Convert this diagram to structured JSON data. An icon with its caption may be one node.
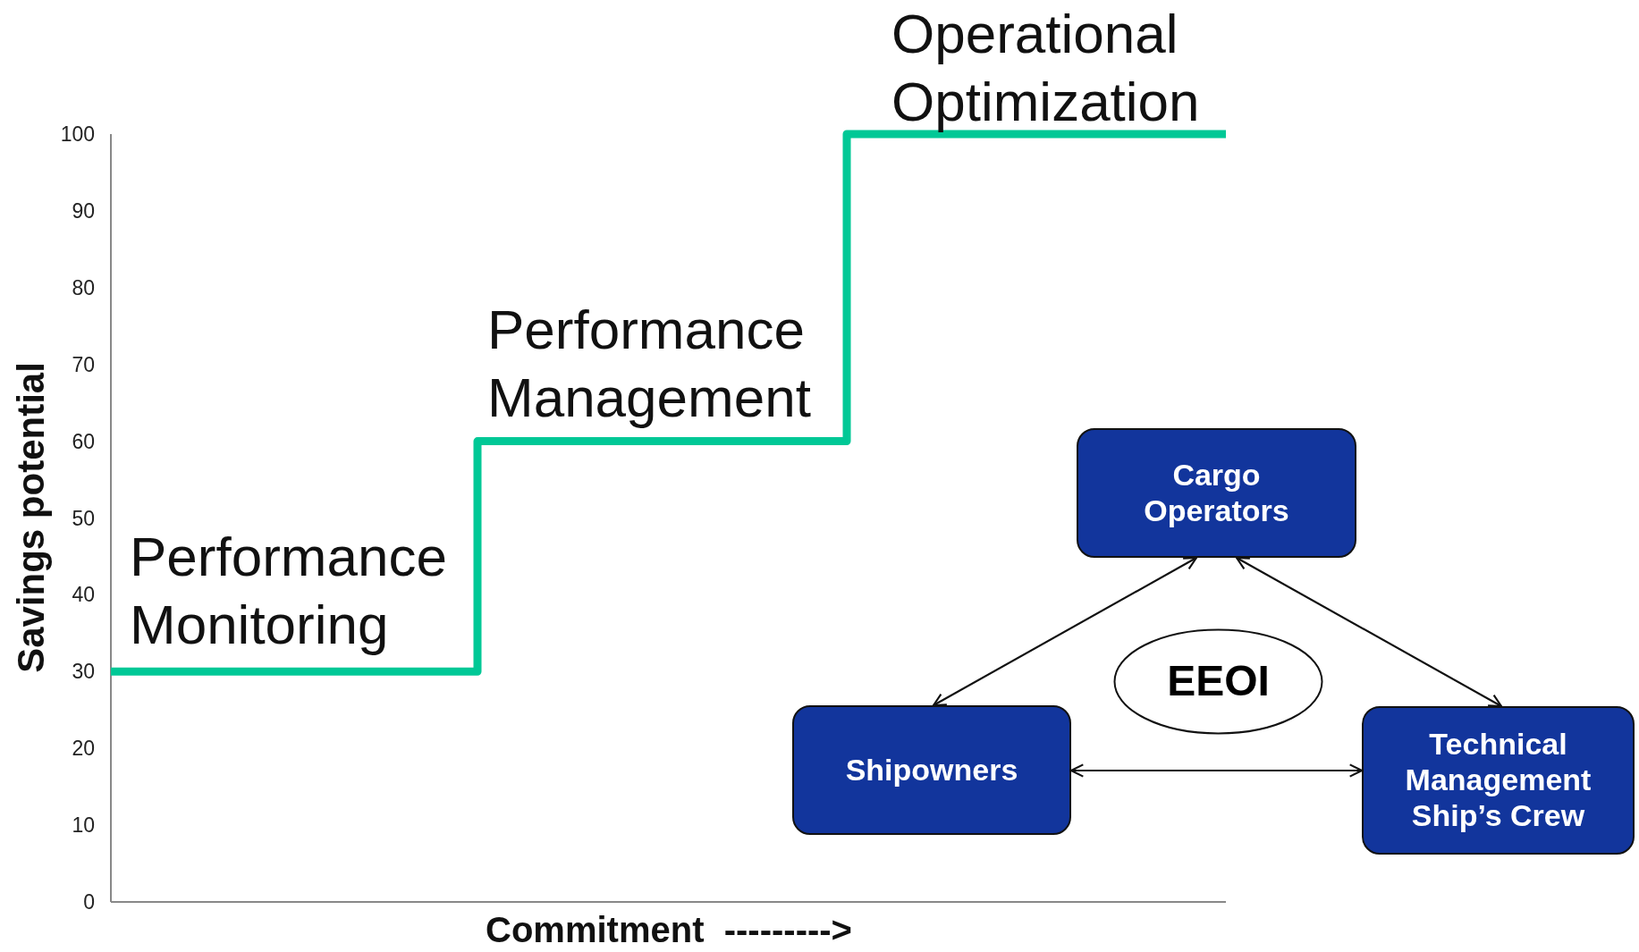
{
  "diagram": {
    "nodes": [
      {
        "text": [
          "Cargo Operators"
        ]
      },
      {
        "text": [
          "EEOI"
        ]
      },
      {
        "text": [
          "Shipowners"
        ]
      },
      {
        "text": [
          "Technical Management Ship’s Crew"
        ]
      }
    ],
    "edges": [
      {
        "from": 0,
        "to": 2,
        "arrow": "both"
      },
      {
        "from": 0,
        "to": 3,
        "arrow": "both"
      },
      {
        "from": 2,
        "to": 3,
        "arrow": "both"
      }
    ],
    "labels": [
      "Operational Optimization",
      "Performance Management",
      "Performance Monitoring",
      "Savings potential",
      "100",
      "90",
      "80",
      "70",
      "60",
      "50",
      "40",
      "30",
      "20",
      "10",
      "0",
      "Commitment  --------->"
    ]
  }
}
